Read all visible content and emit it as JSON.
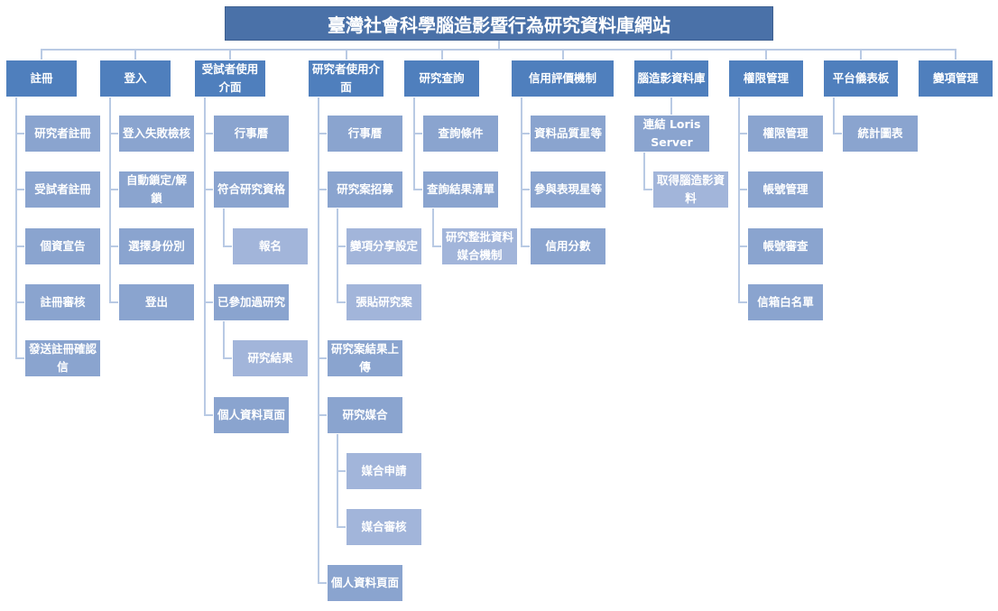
{
  "title": "臺灣社會科學腦造影暨行為研究資料庫網站",
  "colors": {
    "top": "#4f7fbd",
    "child": "#8aa4cf",
    "grandchild": "#a2b5da",
    "line": "#b9cae4",
    "title": "#4a71a8"
  },
  "sections": [
    {
      "label": "註冊",
      "children": [
        {
          "label": "研究者註冊"
        },
        {
          "label": "受試者註冊"
        },
        {
          "label": "個資宣告"
        },
        {
          "label": "註冊審核"
        },
        {
          "label": "發送註冊確認信"
        }
      ]
    },
    {
      "label": "登入",
      "children": [
        {
          "label": "登入失敗檢核"
        },
        {
          "label": "自動鎖定/解鎖"
        },
        {
          "label": "選擇身份別"
        },
        {
          "label": "登出"
        }
      ]
    },
    {
      "label": "受試者使用介面",
      "children": [
        {
          "label": "行事曆"
        },
        {
          "label": "符合研究資格",
          "children": [
            {
              "label": "報名"
            }
          ]
        },
        {
          "label": "已參加過研究",
          "children": [
            {
              "label": "研究結果"
            }
          ]
        },
        {
          "label": "個人資料頁面"
        }
      ]
    },
    {
      "label": "研究者使用介面",
      "children": [
        {
          "label": "行事曆"
        },
        {
          "label": "研究案招募",
          "children": [
            {
              "label": "變項分享設定"
            },
            {
              "label": "張貼研究案"
            }
          ]
        },
        {
          "label": "研究案結果上傳"
        },
        {
          "label": "研究媒合",
          "children": [
            {
              "label": "媒合申請"
            },
            {
              "label": "媒合審核"
            }
          ]
        },
        {
          "label": "個人資料頁面"
        }
      ]
    },
    {
      "label": "研究查詢",
      "children": [
        {
          "label": "查詢條件"
        },
        {
          "label": "查詢結果清單",
          "children": [
            {
              "label": "研究整批資料媒合機制"
            }
          ]
        }
      ]
    },
    {
      "label": "信用評價機制",
      "children": [
        {
          "label": "資料品質星等"
        },
        {
          "label": "參與表現星等"
        },
        {
          "label": "信用分數"
        }
      ]
    },
    {
      "label": "腦造影資料庫",
      "children": [
        {
          "label": "連結 Loris Server",
          "children": [
            {
              "label": "取得腦造影資料"
            }
          ]
        }
      ]
    },
    {
      "label": "權限管理",
      "children": [
        {
          "label": "權限管理"
        },
        {
          "label": "帳號管理"
        },
        {
          "label": "帳號審查"
        },
        {
          "label": "信箱白名單"
        }
      ]
    },
    {
      "label": "平台儀表板",
      "children": [
        {
          "label": "統計圖表"
        }
      ]
    },
    {
      "label": "變項管理",
      "children": []
    }
  ]
}
